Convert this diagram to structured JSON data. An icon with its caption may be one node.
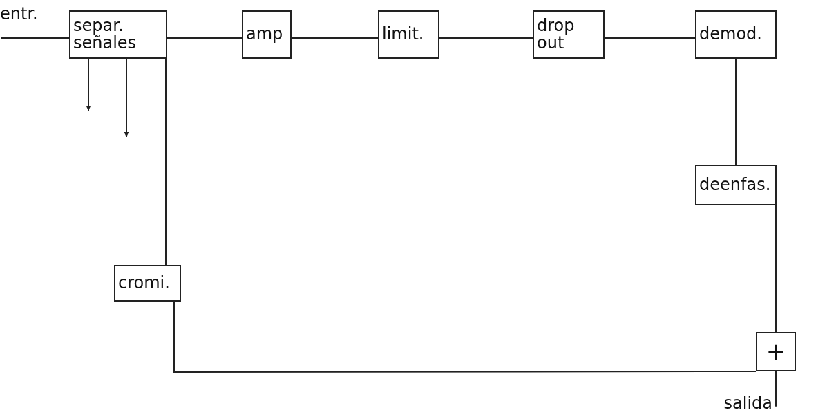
{
  "diagram": {
    "nodes": [
      {
        "text": [
          "entr."
        ]
      },
      {
        "text": [
          "separ. señales"
        ]
      },
      {
        "text": [
          "amp"
        ]
      },
      {
        "text": [
          "limit."
        ]
      },
      {
        "text": [
          "drop out"
        ]
      },
      {
        "text": [
          "demod."
        ]
      },
      {
        "text": [
          "deenfas."
        ]
      },
      {
        "text": [
          "cromi."
        ]
      },
      {
        "text": [
          "+"
        ]
      },
      {
        "text": [
          "salida"
        ]
      }
    ],
    "edges": [
      {
        "from": 0,
        "to": 1,
        "arrow": "none"
      },
      {
        "from": 1,
        "to": 2,
        "arrow": "none"
      },
      {
        "from": 2,
        "to": 3,
        "arrow": "none"
      },
      {
        "from": 3,
        "to": 4,
        "arrow": "none"
      },
      {
        "from": 4,
        "to": 5,
        "arrow": "none"
      },
      {
        "from": 5,
        "to": 6,
        "arrow": "none"
      },
      {
        "from": 6,
        "to": 8,
        "arrow": "none"
      },
      {
        "from": 8,
        "to": 9,
        "arrow": "none"
      },
      {
        "from": 1,
        "to": 7,
        "arrow": "none"
      },
      {
        "from": 7,
        "to": 8,
        "arrow": "none"
      },
      {
        "from": 1,
        "to": null,
        "arrow": "to"
      },
      {
        "from": 1,
        "to": null,
        "arrow": "to"
      }
    ]
  }
}
